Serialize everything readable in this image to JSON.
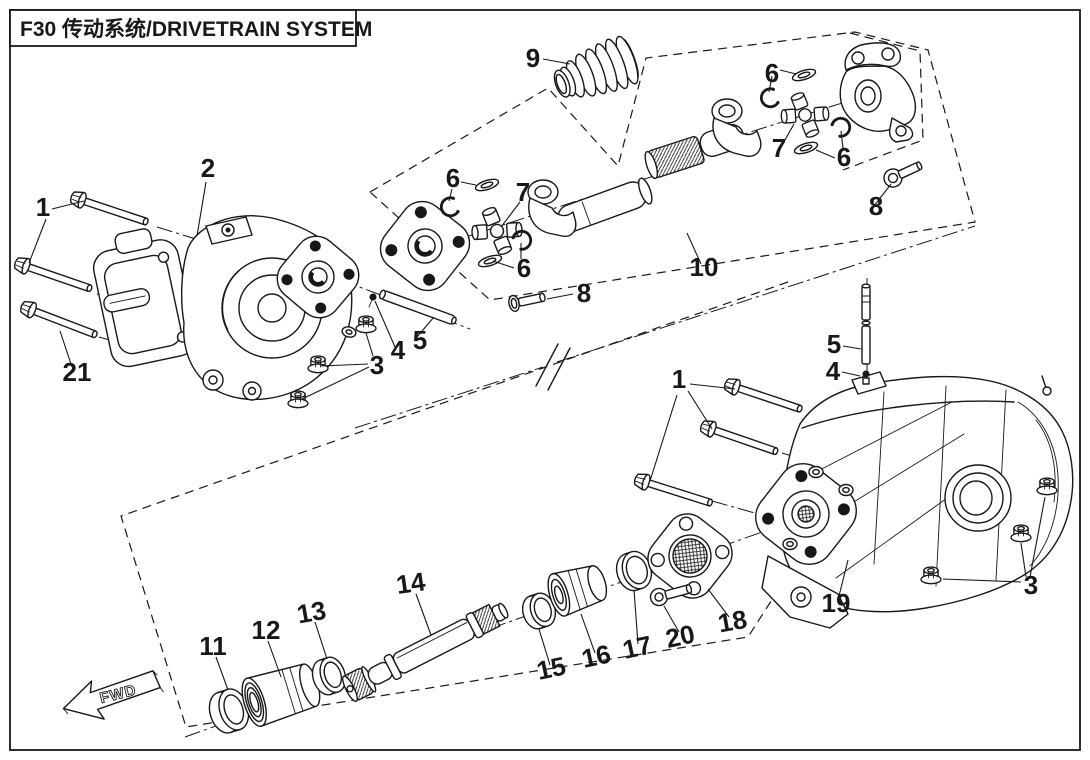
{
  "title": "F30 传动系统/DRIVETRAIN SYSTEM",
  "fwd_label": "FWD",
  "colors": {
    "line": "#181818",
    "background": "#ffffff"
  },
  "callouts": [
    {
      "n": "1"
    },
    {
      "n": "2"
    },
    {
      "n": "21"
    },
    {
      "n": "3"
    },
    {
      "n": "4"
    },
    {
      "n": "5"
    },
    {
      "n": "6"
    },
    {
      "n": "7"
    },
    {
      "n": "6"
    },
    {
      "n": "8"
    },
    {
      "n": "9"
    },
    {
      "n": "6"
    },
    {
      "n": "7"
    },
    {
      "n": "6"
    },
    {
      "n": "8"
    },
    {
      "n": "10"
    },
    {
      "n": "5"
    },
    {
      "n": "4"
    },
    {
      "n": "1"
    },
    {
      "n": "19"
    },
    {
      "n": "3"
    },
    {
      "n": "11"
    },
    {
      "n": "12"
    },
    {
      "n": "13"
    },
    {
      "n": "14"
    },
    {
      "n": "15"
    },
    {
      "n": "16"
    },
    {
      "n": "17"
    },
    {
      "n": "18"
    },
    {
      "n": "20"
    }
  ]
}
